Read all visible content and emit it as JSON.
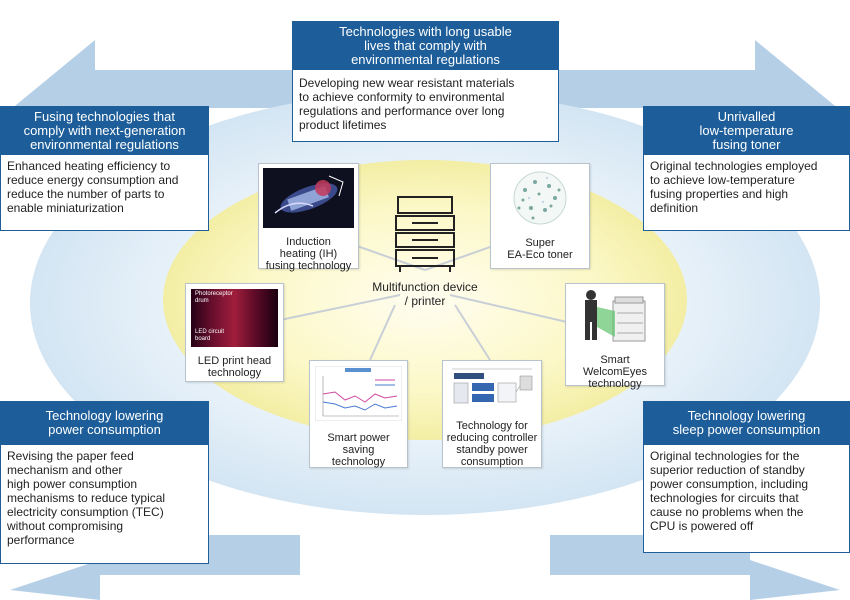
{
  "center": {
    "label": "Multifunction device\n/ printer"
  },
  "top_box": {
    "title": "Technologies with long usable\nlives that comply with\nenvironmental regulations",
    "body": "Developing new wear resistant materials\nto achieve conformity to environmental\nregulations and performance over long\nproduct lifetimes"
  },
  "top_left_box": {
    "title": "Fusing technologies that\ncomply with next-generation\nenvironmental regulations",
    "body": "Enhanced heating efficiency to\nreduce energy consumption and\nreduce the number of parts to\nenable miniaturization"
  },
  "top_right_box": {
    "title": "Unrivalled\nlow-temperature\nfusing toner",
    "body": "Original technologies employed\nto achieve low-temperature\nfusing properties and high\ndefinition"
  },
  "bottom_left_box": {
    "title": "Technology lowering\npower consumption",
    "body": "Revising the paper feed\nmechanism and other\nhigh power consumption\nmechanisms to reduce typical\nelectricity consumption (TEC)\nwithout compromising\nperformance"
  },
  "bottom_right_box": {
    "title": "Technology lowering\nsleep power consumption",
    "body": "Original technologies for the\nsuperior reduction of standby\npower consumption, including\ntechnologies for circuits that\ncause no problems when the\nCPU is powered off"
  },
  "cards": {
    "ih": "Induction\nheating (IH)\nfusing technology",
    "toner": "Super\nEA-Eco toner",
    "led": "LED print head\ntechnology",
    "welcom": "Smart\nWelcomEyes\ntechnology",
    "smart_power": "Smart power\nsaving\ntechnology",
    "controller": "Technology for\nreducing controller\nstandby power\nconsumption"
  },
  "photo_labels": {
    "led_drum": "Photoreceptor\ndrum",
    "led_board": "LED circuit\nboard"
  },
  "colors": {
    "box_header": "#1d5e9a",
    "arrow": "#a9c6e2",
    "ellipse_outer": "#dcebf6",
    "ellipse_inner": "#fbf7c4"
  }
}
